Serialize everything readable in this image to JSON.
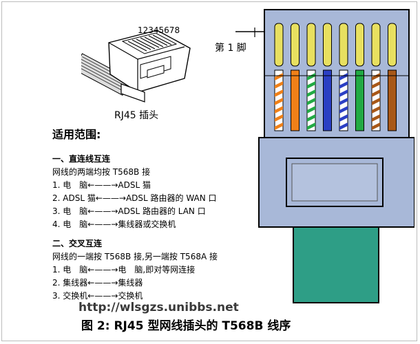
{
  "plug": {
    "pin_numbers": "12345678",
    "caption": "RJ45 插头"
  },
  "connector": {
    "pin1_label": "第 1 脚",
    "wires": [
      {
        "base": "#ffffff",
        "stripe": "#f08018"
      },
      {
        "base": "#f08018",
        "stripe": null
      },
      {
        "base": "#ffffff",
        "stripe": "#22aa44"
      },
      {
        "base": "#2b3fc4",
        "stripe": null
      },
      {
        "base": "#ffffff",
        "stripe": "#2b3fc4"
      },
      {
        "base": "#22aa44",
        "stripe": null
      },
      {
        "base": "#ffffff",
        "stripe": "#a85818"
      },
      {
        "base": "#a85818",
        "stripe": null
      }
    ],
    "colors": {
      "body": "#a8b8d8",
      "outline": "#000000",
      "pin": "#e8e060",
      "boot": "#2e9e86"
    }
  },
  "scope": {
    "title": "适用范围:",
    "straight": {
      "heading": "一、直连线互连",
      "rule": "网线的两端均按 T568B 接",
      "items": [
        "1. 电　脑←——→ADSL 猫",
        "2. ADSL 猫←——→ADSL 路由器的 WAN 口",
        "3. 电　脑←——→ADSL 路由器的 LAN 口",
        "4. 电　脑←——→集线器或交换机"
      ]
    },
    "crossover": {
      "heading": "二、交叉互连",
      "rule": "网线的一端按 T568B 接,另一端按 T568A 接",
      "items": [
        "1. 电　脑←——→电　脑,即对等网连接",
        "2. 集线器←——→集线器",
        "3. 交换机←——→交换机"
      ]
    }
  },
  "watermark": "http://wlsgzs.unibbs.net",
  "caption": "图 2: RJ45 型网线插头的 T568B 线序"
}
